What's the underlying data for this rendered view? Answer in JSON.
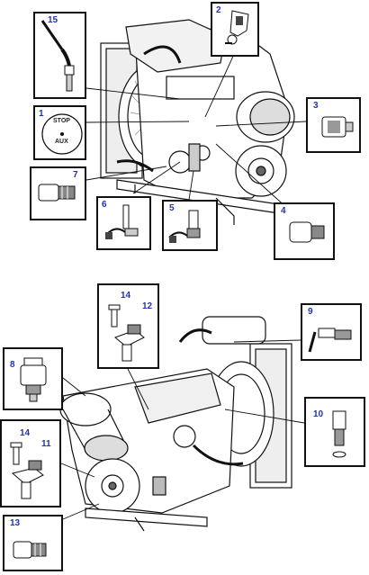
{
  "callouts": [
    {
      "id": "c15",
      "number": "15",
      "part": "temperature-probe"
    },
    {
      "id": "c2",
      "number": "2",
      "part": "map-sensor"
    },
    {
      "id": "c1",
      "number": "1",
      "part": "stop-aux-button",
      "text_top": "STOP",
      "text_bottom": "AUX"
    },
    {
      "id": "c3",
      "number": "3",
      "part": "pressure-switch"
    },
    {
      "id": "c7",
      "number": "7",
      "part": "sensor"
    },
    {
      "id": "c6",
      "number": "6",
      "part": "dipstick-sensor"
    },
    {
      "id": "c5",
      "number": "5",
      "part": "level-sensor"
    },
    {
      "id": "c4",
      "number": "4",
      "part": "sensor"
    },
    {
      "id": "c14a",
      "number": "14",
      "part": "bolt"
    },
    {
      "id": "c12",
      "number": "12",
      "part": "speed-sensor"
    },
    {
      "id": "c9",
      "number": "9",
      "part": "water-sensor"
    },
    {
      "id": "c8",
      "number": "8",
      "part": "oil-pressure-sensor"
    },
    {
      "id": "c10",
      "number": "10",
      "part": "temperature-sensor"
    },
    {
      "id": "c14b",
      "number": "14",
      "part": "bolt"
    },
    {
      "id": "c11",
      "number": "11",
      "part": "speed-sensor"
    },
    {
      "id": "c13",
      "number": "13",
      "part": "temperature-sensor"
    }
  ],
  "colors": {
    "line": "#111111",
    "number": "#2233aa",
    "shade": "#9a9a9a"
  }
}
